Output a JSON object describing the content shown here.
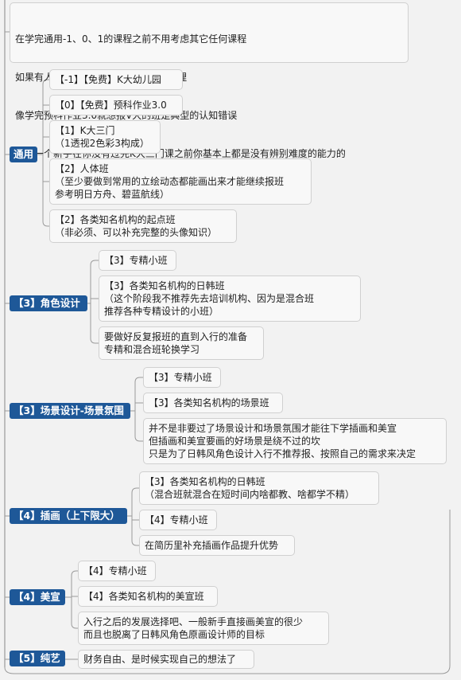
{
  "intro": {
    "lines": [
      "在学完通用-1、0、1的课程之前不用考虑其它任何课程",
      "如果有人推荐你课程一律把它当骗子处理",
      "像学完预科作业3.0就想报V大的班是典型的认知错误",
      "作为一个新手在你没有过完K大三门课之前你基本上都是没有辨别难度的能力的"
    ]
  },
  "categories": [
    {
      "label": "通用",
      "items": [
        {
          "text": "【-1】【免费】K大幼儿园"
        },
        {
          "text": "【0】【免费】预科作业3.0"
        },
        {
          "text": "【1】K大三门\n（1透视2色彩3构成）"
        },
        {
          "text": "【2】人体班\n（至少要做到常用的立绘动态都能画出来才能继续报班\n参考明日方舟、碧蓝航线）"
        },
        {
          "text": "【2】各类知名机构的起点班\n（非必须、可以补充完整的头像知识）"
        }
      ]
    },
    {
      "label": "【3】角色设计",
      "items": [
        {
          "text": "【3】专精小班"
        },
        {
          "text": "【3】各类知名机构的日韩班\n（这个阶段我不推荐先去培训机构、因为是混合班\n推荐各种专精设计的小班）"
        },
        {
          "text": "要做好反复报班的直到入行的准备\n专精和混合班轮换学习"
        }
      ]
    },
    {
      "label": "【3】场景设计-场景氛围",
      "items": [
        {
          "text": "【3】专精小班"
        },
        {
          "text": "【3】各类知名机构的场景班"
        },
        {
          "text": "并不是非要过了场景设计和场景氛围才能往下学插画和美宣\n但插画和美宣要画的好场景是绕不过的坎\n只是为了日韩风角色设计入行不推荐报、按照自己的需求来决定"
        }
      ]
    },
    {
      "label": "【4】插画（上下限大）",
      "items": [
        {
          "text": "【3】各类知名机构的日韩班\n（混合班就混合在短时间内啥都教、啥都学不精）"
        },
        {
          "text": "【4】专精小班"
        },
        {
          "text": "在简历里补充插画作品提升优势"
        }
      ]
    },
    {
      "label": "【4】美宣",
      "items": [
        {
          "text": "【4】专精小班"
        },
        {
          "text": "【4】各类知名机构的美宣班"
        },
        {
          "text": "入行之后的发展选择吧、一般新手直接画美宣的很少\n而且也脱离了日韩风角色原画设计师的目标"
        }
      ]
    },
    {
      "label": "【5】纯艺",
      "items": [
        {
          "text": "财务自由、是时候实现自己的想法了"
        }
      ]
    }
  ]
}
